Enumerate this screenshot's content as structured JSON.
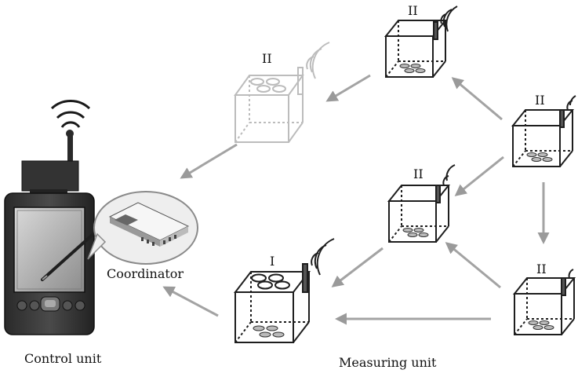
{
  "labels": {
    "control_unit": "Control unit",
    "measuring_unit": "Measuring unit",
    "coordinator": "Coordinator"
  },
  "nodes": {
    "n1": "I",
    "n2": "II",
    "n3": "II",
    "n4": "II",
    "n5": "II",
    "n6": "II"
  }
}
